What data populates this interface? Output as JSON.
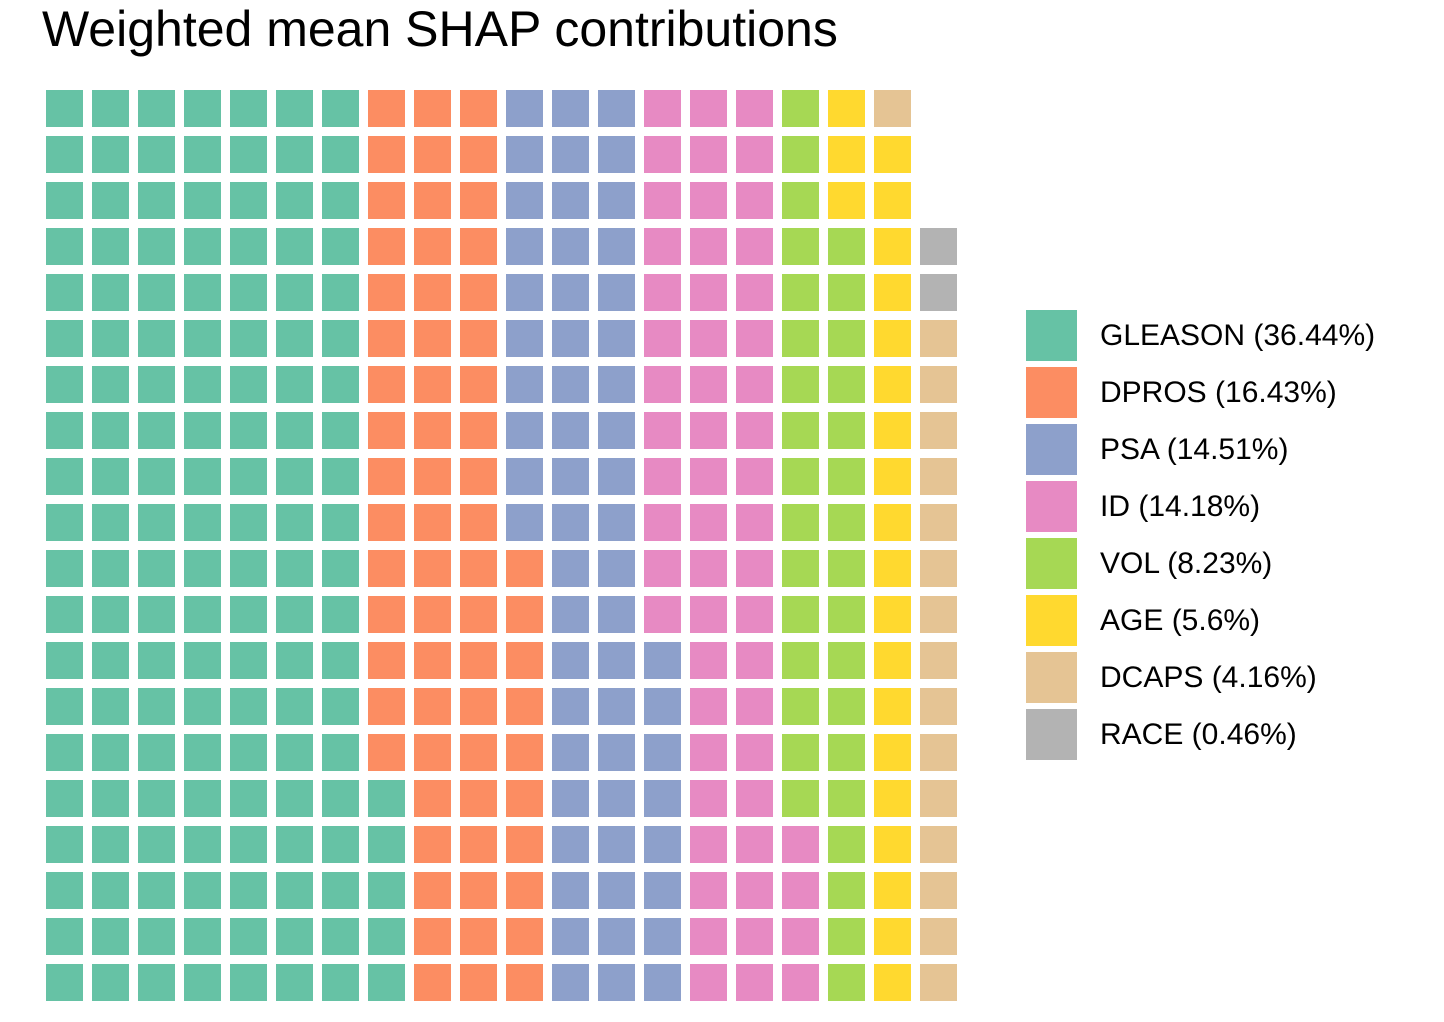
{
  "title": "Weighted mean SHAP contributions",
  "chart_data": {
    "type": "waffle",
    "title": "Weighted mean SHAP contributions",
    "grid": {
      "columns": 20,
      "rows": 20,
      "total_cells": 400,
      "filled_cells": 397,
      "empty_cells": 3,
      "fill_order": "column-major, left-to-right, bottom-to-top within each column"
    },
    "legend_position": "right",
    "series": [
      {
        "name": "GLEASON",
        "percent": 36.44,
        "cells": 145,
        "color": "#66C2A5",
        "legend_label": "GLEASON (36.44%)"
      },
      {
        "name": "DPROS",
        "percent": 16.43,
        "cells": 65,
        "color": "#FC8D62",
        "legend_label": "DPROS (16.43%)"
      },
      {
        "name": "PSA",
        "percent": 14.51,
        "cells": 58,
        "color": "#8DA0CB",
        "legend_label": "PSA (14.51%)"
      },
      {
        "name": "ID",
        "percent": 14.18,
        "cells": 56,
        "color": "#E78AC3",
        "legend_label": "ID (14.18%)"
      },
      {
        "name": "VOL",
        "percent": 8.23,
        "cells": 33,
        "color": "#A6D854",
        "legend_label": "VOL (8.23%)"
      },
      {
        "name": "AGE",
        "percent": 5.6,
        "cells": 22,
        "color": "#FFD92F",
        "legend_label": "AGE (5.6%)"
      },
      {
        "name": "DCAPS",
        "percent": 4.16,
        "cells": 16,
        "color": "#E5C494",
        "legend_label": "DCAPS (4.16%)"
      },
      {
        "name": "RACE",
        "percent": 0.46,
        "cells": 2,
        "color": "#B3B3B3",
        "legend_label": "RACE (0.46%)"
      }
    ]
  }
}
